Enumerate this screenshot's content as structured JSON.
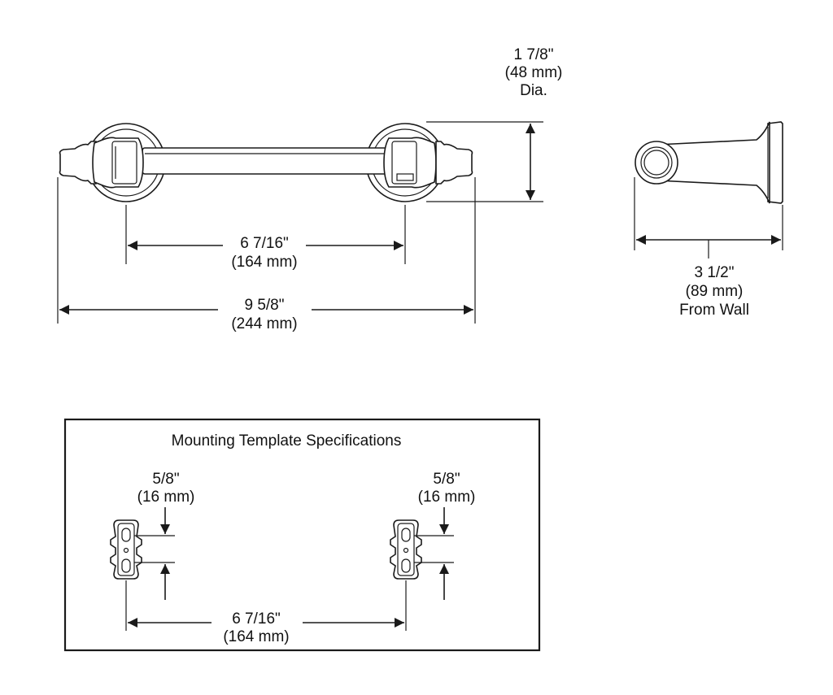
{
  "front_view": {
    "center_dim": {
      "imperial": "6 7/16\"",
      "metric": "(164 mm)"
    },
    "overall_dim": {
      "imperial": "9 5/8\"",
      "metric": "(244 mm)"
    },
    "flange_dim": {
      "imperial": "1 7/8\"",
      "metric": "(48 mm)",
      "note": "Dia."
    }
  },
  "side_view": {
    "projection_dim": {
      "imperial": "3 1/2\"",
      "metric": "(89 mm)",
      "note": "From Wall"
    }
  },
  "template": {
    "title": "Mounting Template Specifications",
    "left_offset": {
      "imperial": "5/8\"",
      "metric": "(16 mm)"
    },
    "right_offset": {
      "imperial": "5/8\"",
      "metric": "(16 mm)"
    },
    "center_dim": {
      "imperial": "6 7/16\"",
      "metric": "(164 mm)"
    }
  },
  "colors": {
    "line": "#1a1a1a",
    "background": "#ffffff"
  }
}
